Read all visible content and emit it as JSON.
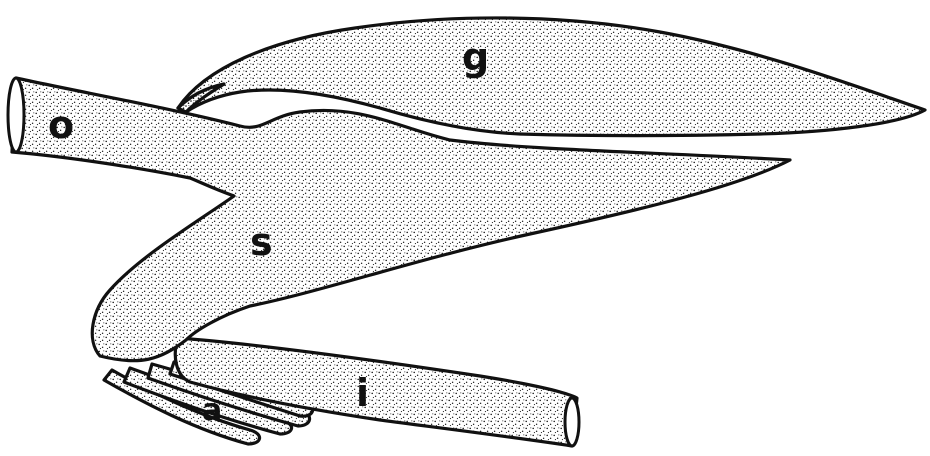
{
  "labels": {
    "gland": "g",
    "oesophagus": "o",
    "stomach": "s",
    "intestine": "i",
    "appendages": "a"
  },
  "colors": {
    "ink": "#111111",
    "background": "#ffffff"
  }
}
